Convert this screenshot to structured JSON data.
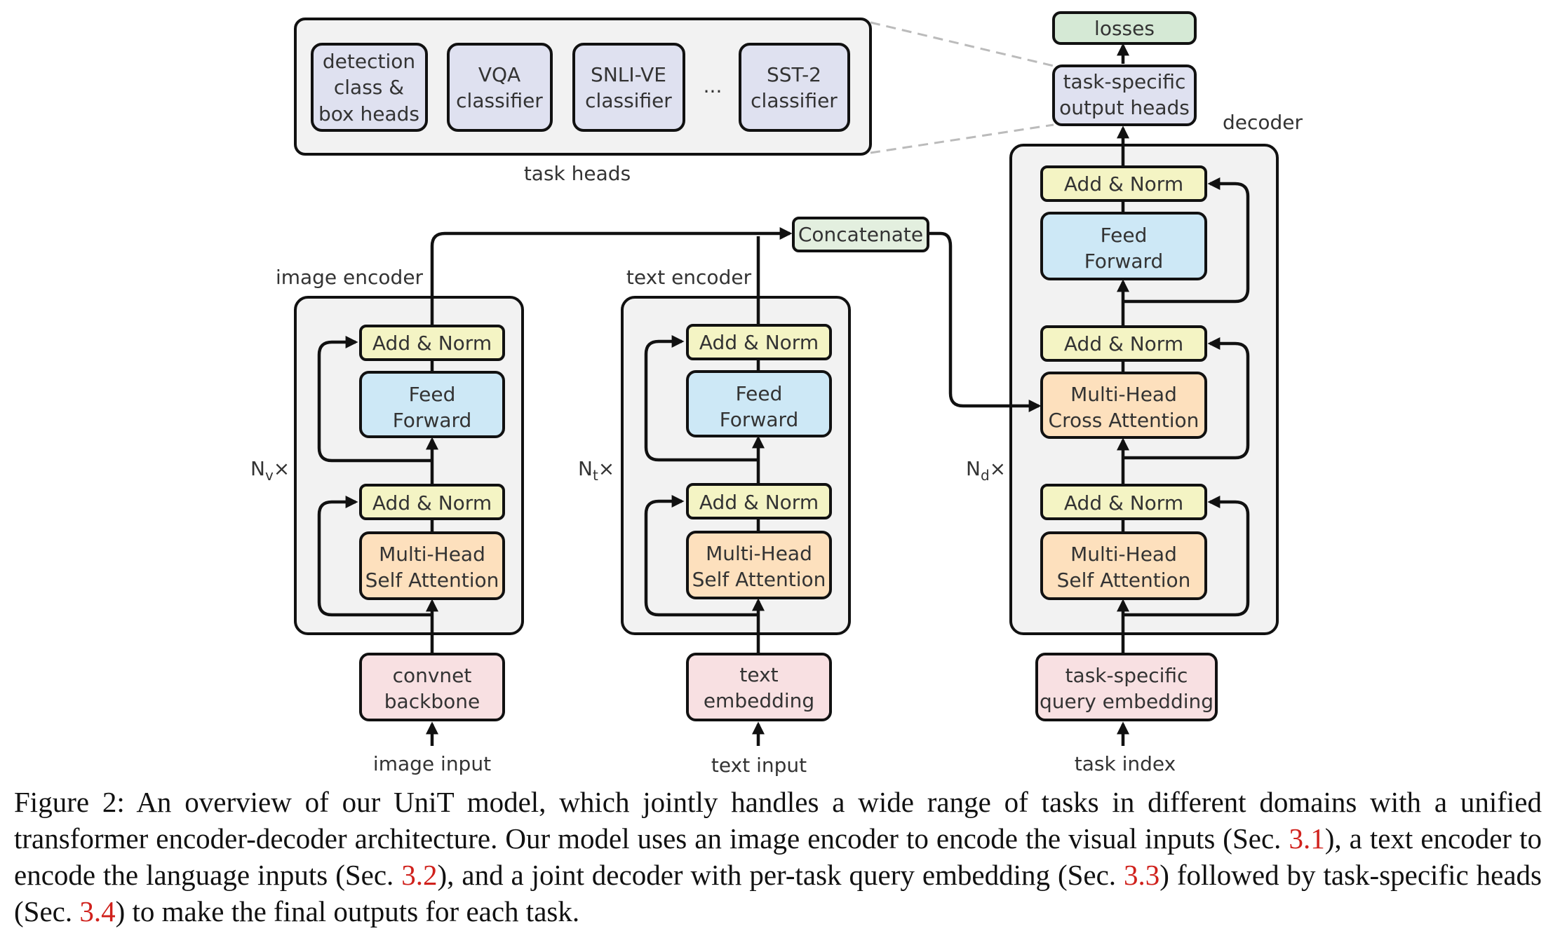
{
  "colors": {
    "norm": "#f4f4c4",
    "ffn": "#cde8f6",
    "attn": "#fde0bd",
    "input_block": "#f8e0e2",
    "head": "#dfe1f0",
    "losses": "#d5e9d5",
    "concat": "#e3efdf",
    "panel": "#f2f2f2",
    "stroke": "#111111",
    "caption_ref": "#d0211c"
  },
  "task_heads": {
    "label": "task heads",
    "items": [
      [
        "detection",
        "class &",
        "box heads"
      ],
      [
        "VQA",
        "classifier"
      ],
      [
        "SNLI-VE",
        "classifier"
      ],
      [
        "SST-2",
        "classifier"
      ]
    ],
    "ellipsis": "..."
  },
  "top": {
    "losses": "losses",
    "output_heads": [
      "task-specific",
      "output heads"
    ]
  },
  "concatenate": "Concatenate",
  "image_encoder": {
    "label": "image encoder",
    "repeat": {
      "base": "N",
      "sub": "v",
      "suffix": "×"
    },
    "add_norm": "Add & Norm",
    "ffn": [
      "Feed",
      "Forward"
    ],
    "attn": [
      "Multi-Head",
      "Self Attention"
    ],
    "backbone": [
      "convnet",
      "backbone"
    ],
    "input": "image input"
  },
  "text_encoder": {
    "label": "text encoder",
    "repeat": {
      "base": "N",
      "sub": "t",
      "suffix": "×"
    },
    "add_norm": "Add & Norm",
    "ffn": [
      "Feed",
      "Forward"
    ],
    "attn": [
      "Multi-Head",
      "Self Attention"
    ],
    "backbone": [
      "text",
      "embedding"
    ],
    "input": "text input"
  },
  "decoder": {
    "label": "decoder",
    "repeat": {
      "base": "N",
      "sub": "d",
      "suffix": "×"
    },
    "add_norm": "Add & Norm",
    "ffn": [
      "Feed",
      "Forward"
    ],
    "cross_attn": [
      "Multi-Head",
      "Cross Attention"
    ],
    "self_attn": [
      "Multi-Head",
      "Self Attention"
    ],
    "query": [
      "task-specific",
      "query embedding"
    ],
    "input": "task index"
  },
  "caption": {
    "p1": "Figure 2: An overview of our UniT model, which jointly handles a wide range of tasks in different domains with a unified transformer encoder-decoder architecture. Our model uses an image encoder to encode the visual inputs (Sec. ",
    "r1": "3.1",
    "p2": "), a text encoder to encode the language inputs (Sec. ",
    "r2": "3.2",
    "p3": "), and a joint decoder with per-task query embedding (Sec. ",
    "r3": "3.3",
    "p4": ") followed by task-specific heads (Sec. ",
    "r4": "3.4",
    "p5": ") to make the final outputs for each task."
  }
}
